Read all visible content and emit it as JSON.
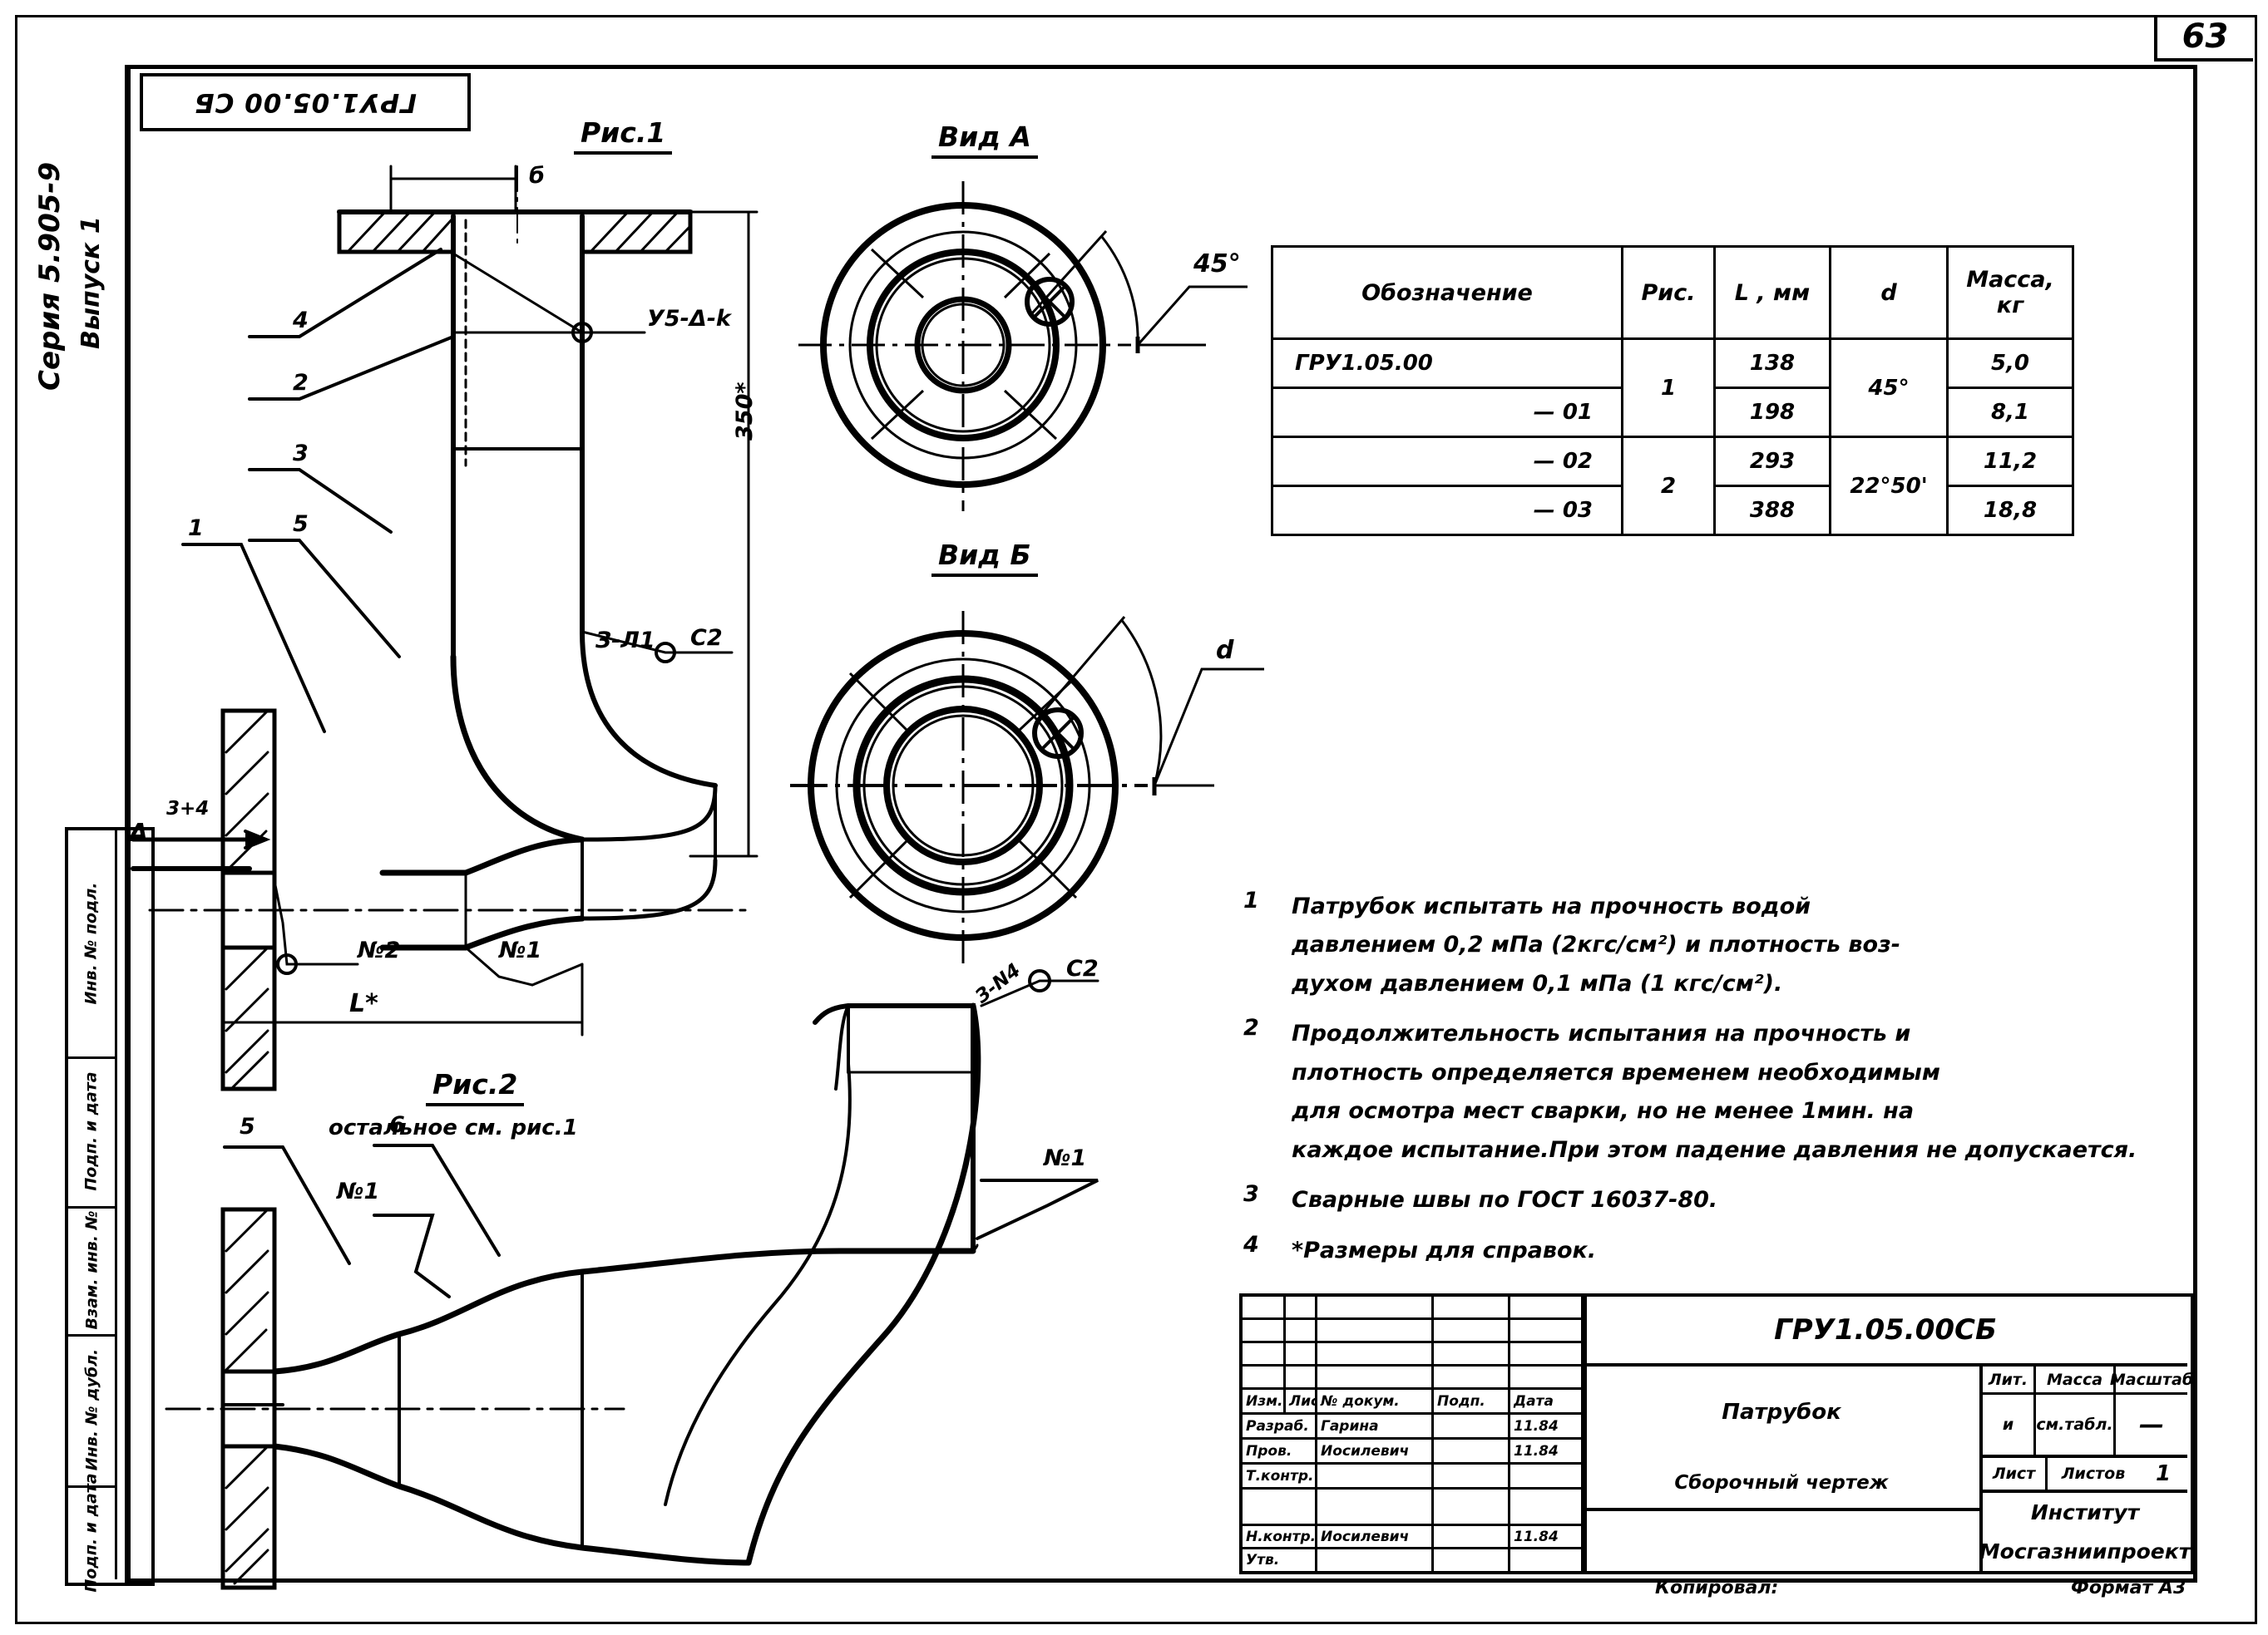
{
  "sheet": {
    "page_number": "63",
    "series_label": "Серия 5.905-9",
    "issue_label": "Выпуск 1",
    "top_designation": "ГРУ1.05.00 СБ",
    "format_note": "Формат А3",
    "copied_note": "Копировал:"
  },
  "left_margin_cells": [
    {
      "label": "Инв. № подл."
    },
    {
      "label": "Подп. и дата"
    },
    {
      "label": "Взам. инв. №"
    },
    {
      "label": "Инв. № дубл."
    },
    {
      "label": "Подп. и дата"
    }
  ],
  "figures": {
    "fig1": {
      "caption": "Рис.1"
    },
    "fig2": {
      "caption": "Рис.2",
      "subcaption": "остальное см. рис.1"
    },
    "view_a": {
      "caption": "Вид А",
      "angle": "45°"
    },
    "view_b": {
      "caption": "Вид Б",
      "angle": "d"
    }
  },
  "callouts": {
    "fig1": [
      "4",
      "2",
      "3",
      "5",
      "1"
    ],
    "fig1_welds": [
      "У5-Δ-k",
      "№2",
      "№1",
      "З-Л1",
      "С2"
    ],
    "fig1_dims": {
      "b": "б",
      "height": "350*",
      "length": "L*",
      "flange": "3+4",
      "view_a_arrow": "А"
    },
    "fig2": [
      "5",
      "6",
      "№1",
      "№1"
    ],
    "fig2_welds": [
      "З-N4",
      "С2"
    ]
  },
  "spec_table": {
    "headers": [
      "Обозначение",
      "Рис.",
      "L , мм",
      "d",
      "Масса, кг"
    ],
    "header_sup": "*",
    "rows": [
      {
        "designation": "ГРУ1.05.00",
        "indent": false,
        "fig": "1",
        "L": "138",
        "d": "45°",
        "mass": "5,0"
      },
      {
        "designation": "— 01",
        "indent": true,
        "fig": "",
        "L": "198",
        "d": "",
        "mass": "8,1"
      },
      {
        "designation": "— 02",
        "indent": true,
        "fig": "2",
        "L": "293",
        "d": "22°50'",
        "mass": "11,2"
      },
      {
        "designation": "— 03",
        "indent": true,
        "fig": "",
        "L": "388",
        "d": "",
        "mass": "18,8"
      }
    ]
  },
  "notes": [
    {
      "num": "1",
      "lines": [
        "Патрубок  испытать  на  прочность   водой",
        "давлением  0,2 мПа (2кгс/см²) и плотность воз-",
        "духом давлением 0,1 мПа  (1 кгс/см²)."
      ]
    },
    {
      "num": "2",
      "lines": [
        "Продолжительность  испытания  на  прочность  и",
        "плотность определяется  временем   необходимым",
        "для  осмотра  мест  сварки, но  не  менее 1мин. на",
        "каждое испытание.При этом падение давления не допускается."
      ]
    },
    {
      "num": "3",
      "lines": [
        "Сварные  швы  по  ГОСТ 16037-80."
      ]
    },
    {
      "num": "4",
      "lines": [
        "*Размеры  для  справок."
      ]
    }
  ],
  "title_block": {
    "designation": "ГРУ1.05.00СБ",
    "part_name": "Патрубок",
    "doc_type": "Сборочный чертеж",
    "organization_line1": "Институт",
    "organization_line2": "Мосгазниипроект",
    "rev_headers": [
      "Изм.",
      "Лист",
      "№ докум.",
      "Подп.",
      "Дата"
    ],
    "roles": [
      {
        "role": "Разраб.",
        "name": "Гарина",
        "sign": "",
        "date": "11.84"
      },
      {
        "role": "Пров.",
        "name": "Иосилевич",
        "sign": "",
        "date": "11.84"
      },
      {
        "role": "Т.контр.",
        "name": "",
        "sign": "",
        "date": ""
      },
      {
        "role": "",
        "name": "",
        "sign": "",
        "date": ""
      },
      {
        "role": "Н.контр.",
        "name": "Иосилевич",
        "sign": "",
        "date": "11.84"
      },
      {
        "role": "Утв.",
        "name": "",
        "sign": "",
        "date": ""
      }
    ],
    "stage_headers": [
      "Лит.",
      "Масса",
      "Масштаб"
    ],
    "stage_value": "и",
    "mass_value": "см.табл.",
    "scale_value": "—",
    "sheet_headers": [
      "Лист",
      "Листов"
    ],
    "sheets_value": "1"
  }
}
